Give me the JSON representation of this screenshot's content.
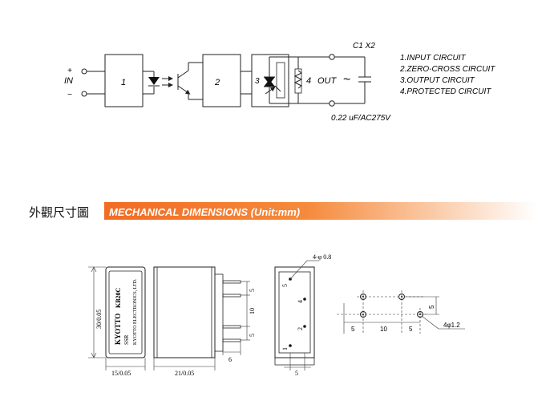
{
  "circuit": {
    "in_plus": "+",
    "in_label": "IN",
    "in_minus": "−",
    "block1": "1",
    "block2": "2",
    "block3": "3",
    "block4": "4",
    "out_label": "OUT",
    "ac_symbol": "~",
    "cap_label": "C1 X2",
    "cap_value": "0.22 uF/AC275V",
    "legend": [
      "1.INPUT  CIRCUIT",
      "2.ZERO-CROSS CIRCUIT",
      "3.OUTPUT  CIRCUIT",
      "4.PROTECTED  CIRCUIT"
    ]
  },
  "section": {
    "chinese_title": "外觀尺寸圖",
    "english_title": "MECHANICAL DIMENSIONS (Unit:mm)",
    "bar_color": "#f26a1b"
  },
  "front": {
    "label_lines": [
      "KYOTTO",
      "KB20C",
      "SSR",
      "KYOTTO ELECTRONICS, LTD."
    ],
    "height_dim": "30/0.05",
    "width_dim": "15/0.05"
  },
  "side": {
    "width_dim": "21/0.05",
    "pin_dim_1": "5",
    "pin_dim_2": "10",
    "pin_dim_3": "5",
    "pin_length": "6"
  },
  "bottom": {
    "hole_note": "4-φ 0.8",
    "pin1": "1",
    "pin2": "2",
    "pin4": "4",
    "pin5": "5",
    "dim_5": "5"
  },
  "pcb": {
    "dim_a": "5",
    "dim_b": "10",
    "dim_c": "5",
    "dim_v": "5",
    "hole_note": "4φ1.2"
  }
}
